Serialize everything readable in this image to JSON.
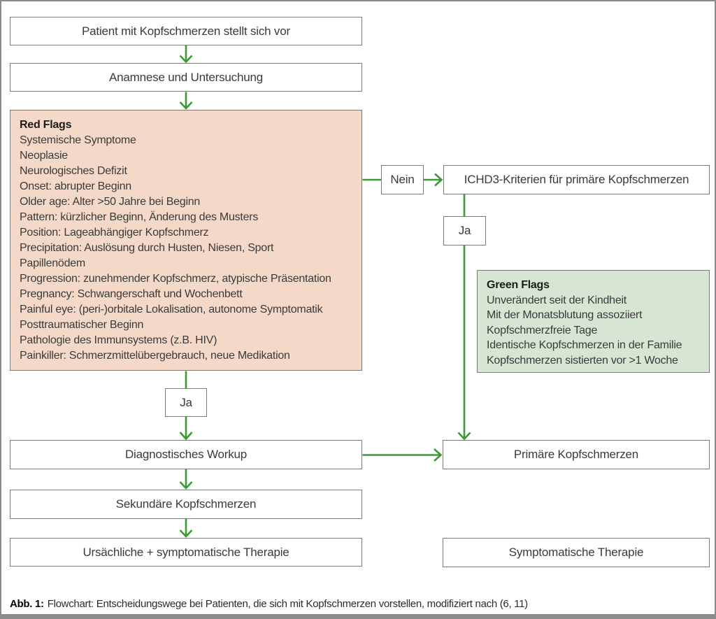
{
  "colors": {
    "arrow_green": "#3a9b35",
    "red_flags_bg": "#f5d9c8",
    "green_flags_bg": "#d7e5d3",
    "box_border": "#7a7a7a",
    "text": "#3a3a3a"
  },
  "nodes": {
    "patient": {
      "label": "Patient mit Kopfschmerzen stellt sich vor"
    },
    "anamnese": {
      "label": "Anamnese und Untersuchung"
    },
    "red_flags": {
      "title": "Red Flags",
      "items": [
        "Systemische Symptome",
        "Neoplasie",
        "Neurologisches Defizit",
        "Onset: abrupter Beginn",
        "Older age: Alter >50 Jahre bei Beginn",
        "Pattern: kürzlicher Beginn, Änderung des Musters",
        "Position: Lageabhängiger Kopfschmerz",
        "Precipitation: Auslösung durch Husten, Niesen, Sport",
        "Papillenödem",
        "Progression: zunehmender Kopfschmerz, atypische Präsentation",
        "Pregnancy: Schwangerschaft und Wochenbett",
        "Painful eye: (peri-)orbitale Lokalisation, autonome Symptomatik",
        "Posttraumatischer Beginn",
        "Pathologie des Immunsystems (z.B. HIV)",
        "Painkiller: Schmerzmittelübergebrauch, neue Medikation"
      ]
    },
    "decision_nein": {
      "label": "Nein"
    },
    "ichd3": {
      "label": "ICHD3-Kriterien für primäre Kopfschmerzen"
    },
    "decision_ja_right": {
      "label": "Ja"
    },
    "green_flags": {
      "title": "Green Flags",
      "items": [
        "Unverändert seit der Kindheit",
        "Mit der Monatsblutung assoziiert",
        "Kopfschmerzfreie Tage",
        "Identische Kopfschmerzen in der Familie",
        "Kopfschmerzen sistierten vor >1 Woche"
      ]
    },
    "decision_ja_left": {
      "label": "Ja"
    },
    "workup": {
      "label": "Diagnostisches Workup"
    },
    "sekundaere": {
      "label": "Sekundäre Kopfschmerzen"
    },
    "ursaechliche": {
      "label": "Ursächliche + symptomatische Therapie"
    },
    "primaere": {
      "label": "Primäre Kopfschmerzen"
    },
    "symptomatische": {
      "label": "Symptomatische Therapie"
    }
  },
  "caption": {
    "prefix": "Abb. 1:",
    "text": "Flowchart: Entscheidungswege bei Patienten, die sich mit Kopfschmerzen vorstellen, modifiziert nach (6, 11)"
  }
}
